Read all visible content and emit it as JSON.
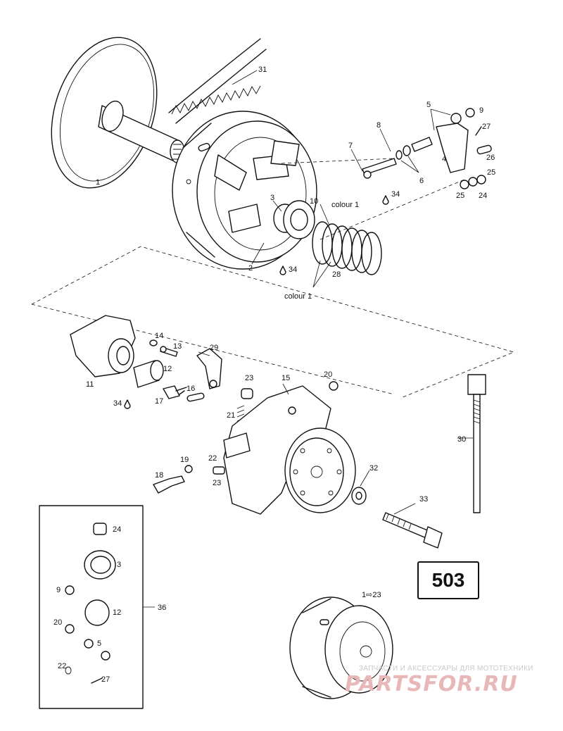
{
  "page_number": "503",
  "kit_label": "36",
  "colour_labels": [
    "colour 1",
    "colour 1"
  ],
  "callouts": {
    "c1": "1",
    "c2": "2",
    "c3": "3",
    "c4": "4",
    "c5": "5",
    "c6": "6",
    "c7": "7",
    "c8": "8",
    "c9": "9",
    "c10": "10",
    "c11": "11",
    "c12": "12",
    "c13": "13",
    "c14": "14",
    "c15": "15",
    "c16": "16",
    "c17": "17",
    "c18": "18",
    "c19": "19",
    "c20": "20",
    "c21": "21",
    "c22": "22",
    "c23": "23",
    "c23b": "23",
    "c24": "24",
    "c25": "25",
    "c25b": "25",
    "c26": "26",
    "c27": "27",
    "c28": "28",
    "c29": "29",
    "c30": "30",
    "c31": "31",
    "c32": "32",
    "c33": "33",
    "c34a": "34",
    "c34b": "34",
    "c34c": "34",
    "c1to23": "1⇨23"
  },
  "kit_items": {
    "k24": "24",
    "k3": "3",
    "k9": "9",
    "k12": "12",
    "k20": "20",
    "k5": "5",
    "k22": "22",
    "k27": "27"
  },
  "watermark": {
    "tagline": "ЗАПЧАСТИ И АКСЕССУАРЫ ДЛЯ МОТОТЕХНИКИ",
    "logo": "PARTSFOR.RU"
  }
}
